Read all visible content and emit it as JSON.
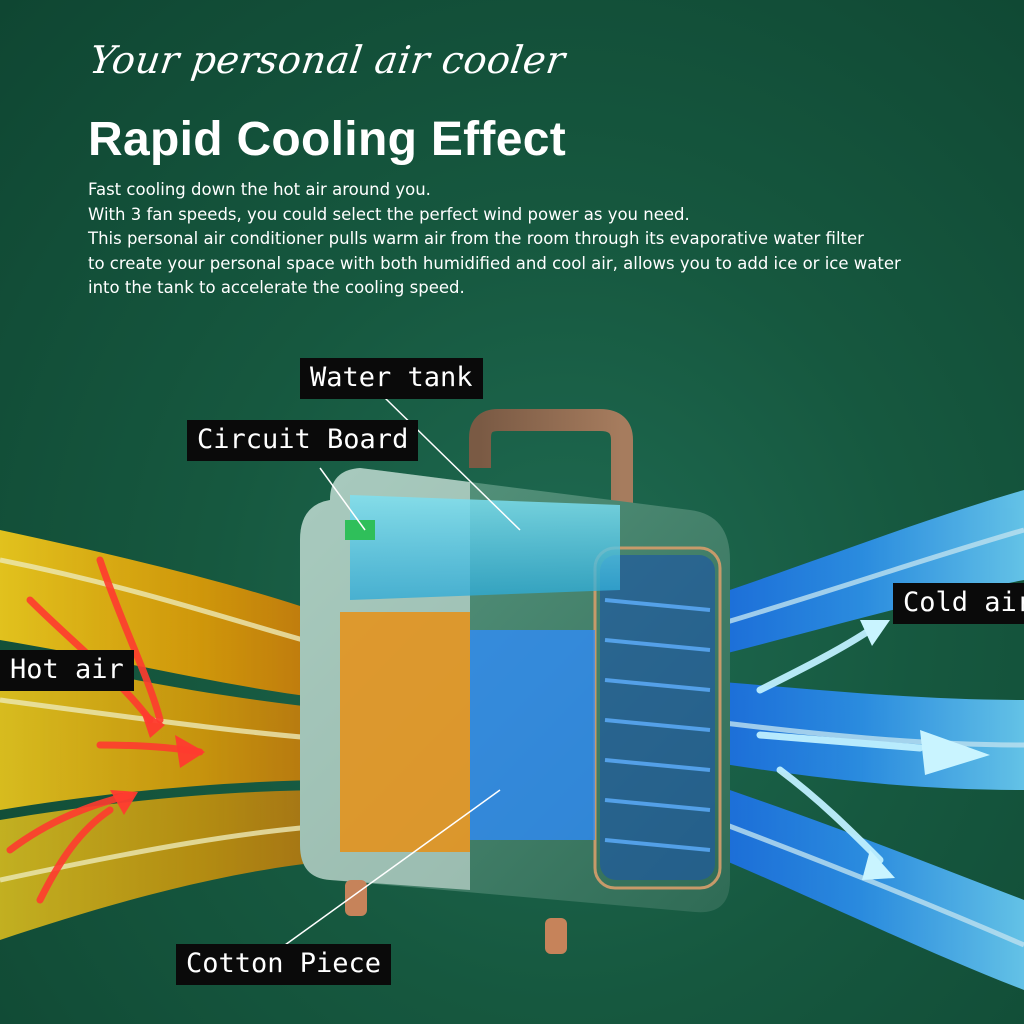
{
  "header": {
    "tagline": "Your personal air cooler",
    "headline": "Rapid Cooling Effect",
    "description_lines": [
      "Fast cooling down the hot air around you.",
      "With 3 fan speeds, you could select the perfect wind power as you need.",
      "This personal air conditioner pulls warm air from the room through its  evaporative water filter",
      "to create your personal space with both humidified and cool air, allows you to add ice or ice water",
      "into the tank to accelerate the cooling speed."
    ]
  },
  "callouts": {
    "water_tank": "Water tank",
    "circuit_board": "Circuit Board",
    "cold_air": "Cold air",
    "hot_air": "Hot air",
    "cotton_piece": "Cotton Piece"
  },
  "colors": {
    "background": "#16583f",
    "body_green": "#3f7d66",
    "hot_air": "#f5b400",
    "cold_air": "#2d8cff",
    "label_bg": "#0a0a0a"
  }
}
